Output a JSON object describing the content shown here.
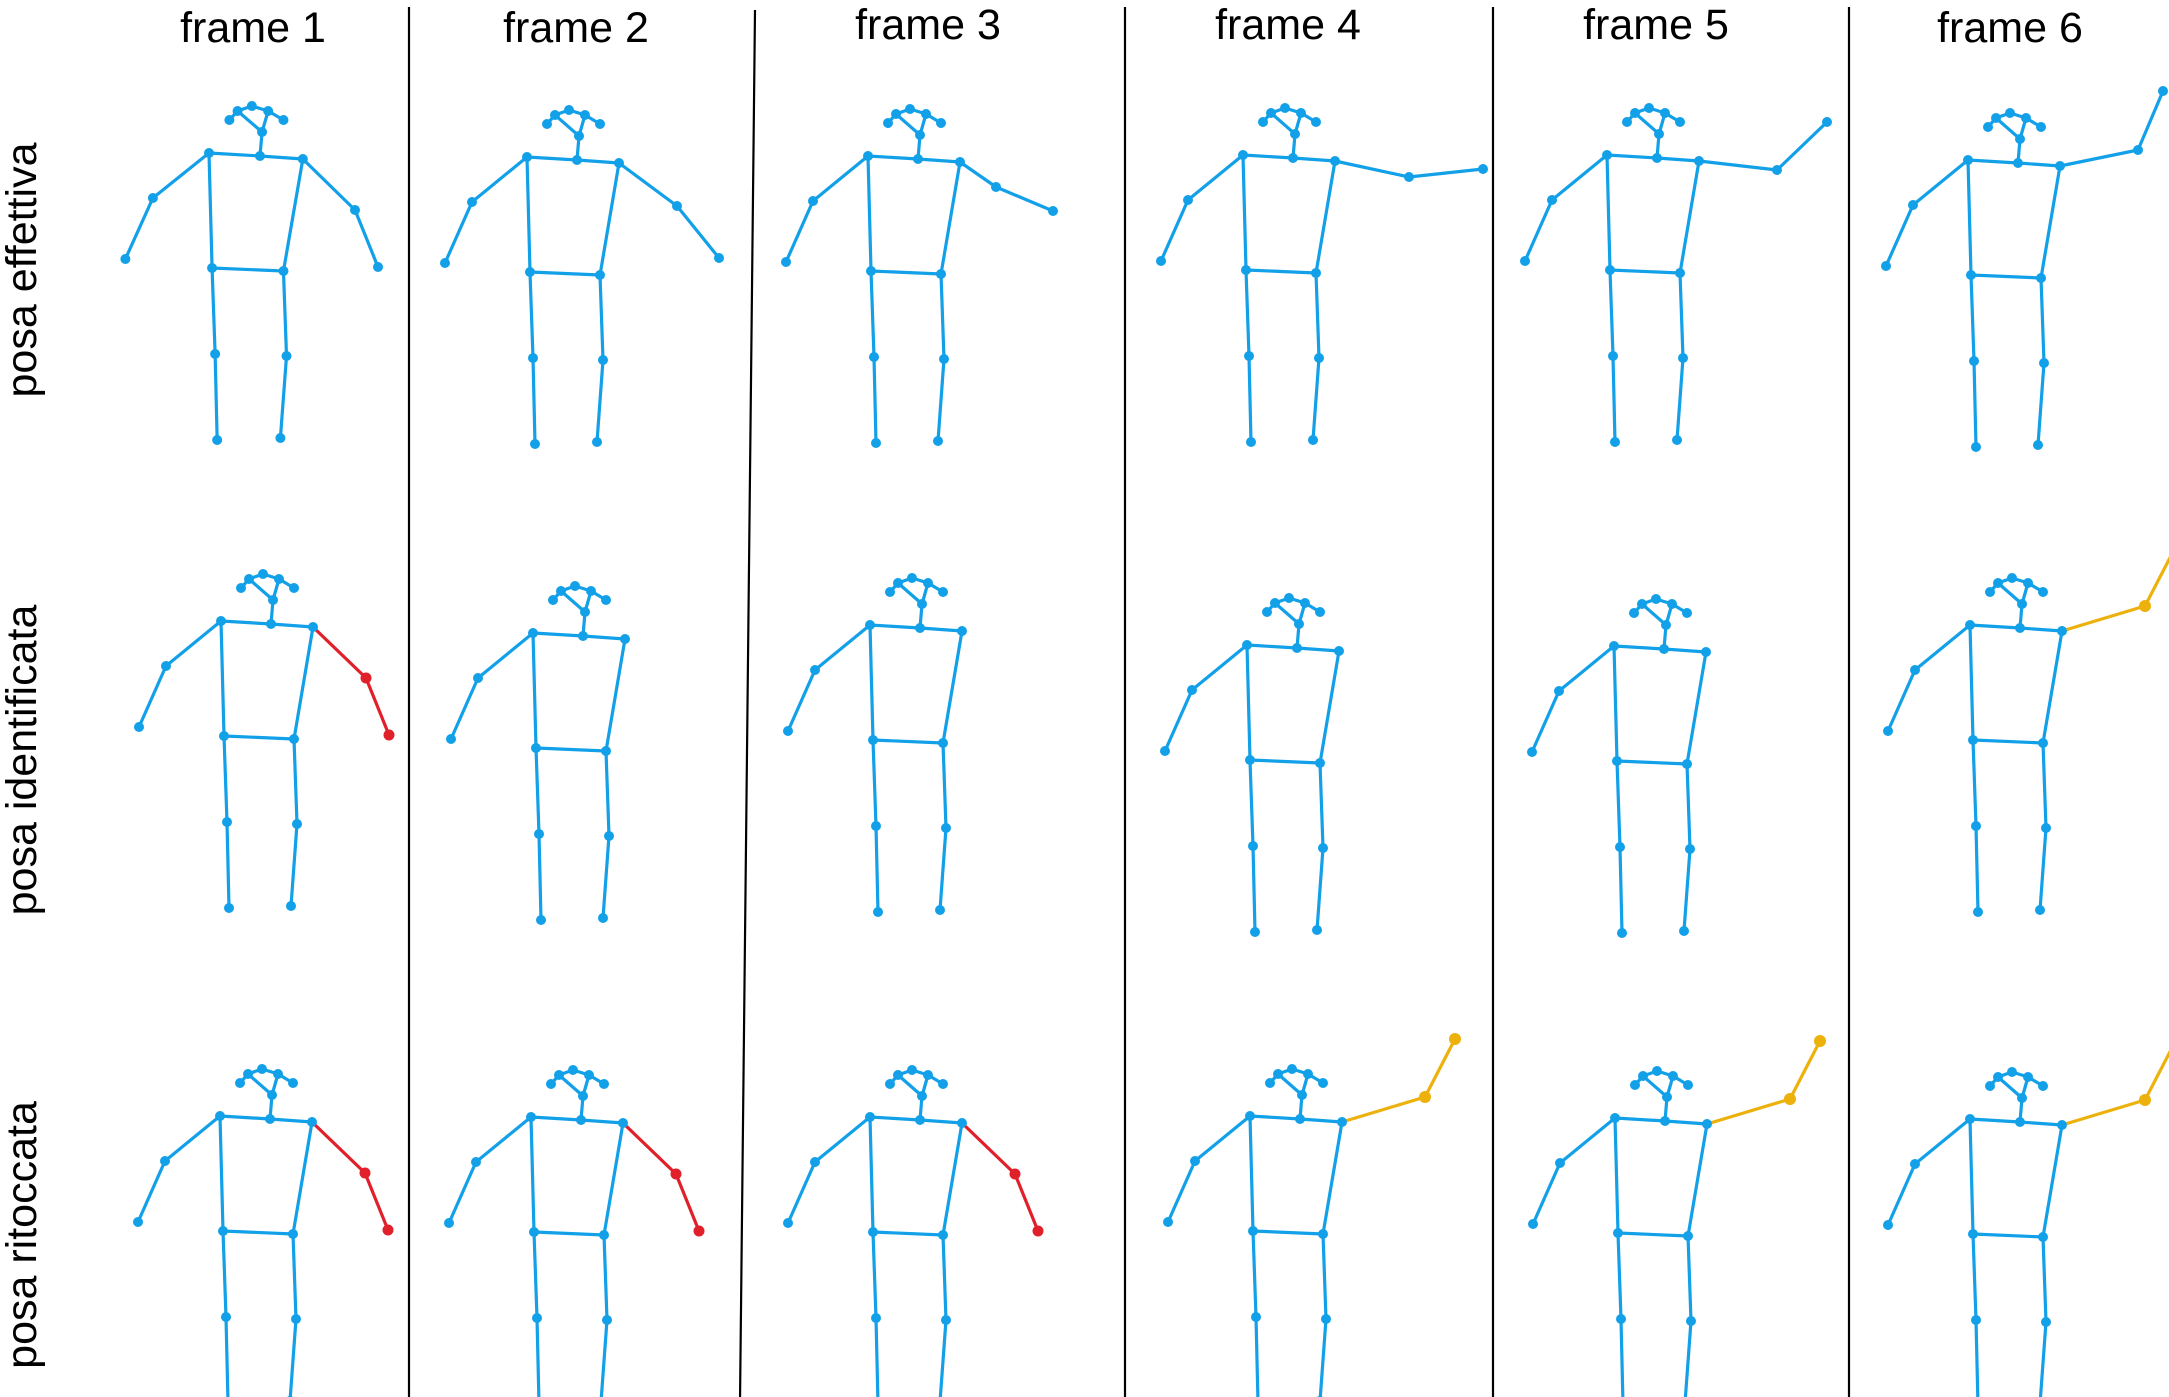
{
  "figure": {
    "columns": [
      "frame 1",
      "frame 2",
      "frame 3",
      "frame 4",
      "frame 5",
      "frame 6"
    ],
    "rows": [
      "posa effettiva",
      "posa identificata",
      "posa ritoccata"
    ]
  },
  "legend_colors": {
    "skeleton": "#12A0E8",
    "wrong_arm": "#E0202A",
    "corrected_arm": "#EDB10C",
    "separator": "#000000"
  },
  "highlights": {
    "posa identificata": {
      "frame 1": "wrong_arm",
      "frame 6": "corrected_arm"
    },
    "posa ritoccata": {
      "frame 1": "wrong_arm",
      "frame 2": "wrong_arm",
      "frame 3": "wrong_arm",
      "frame 4": "corrected_arm",
      "frame 5": "corrected_arm",
      "frame 6": "corrected_arm"
    }
  }
}
